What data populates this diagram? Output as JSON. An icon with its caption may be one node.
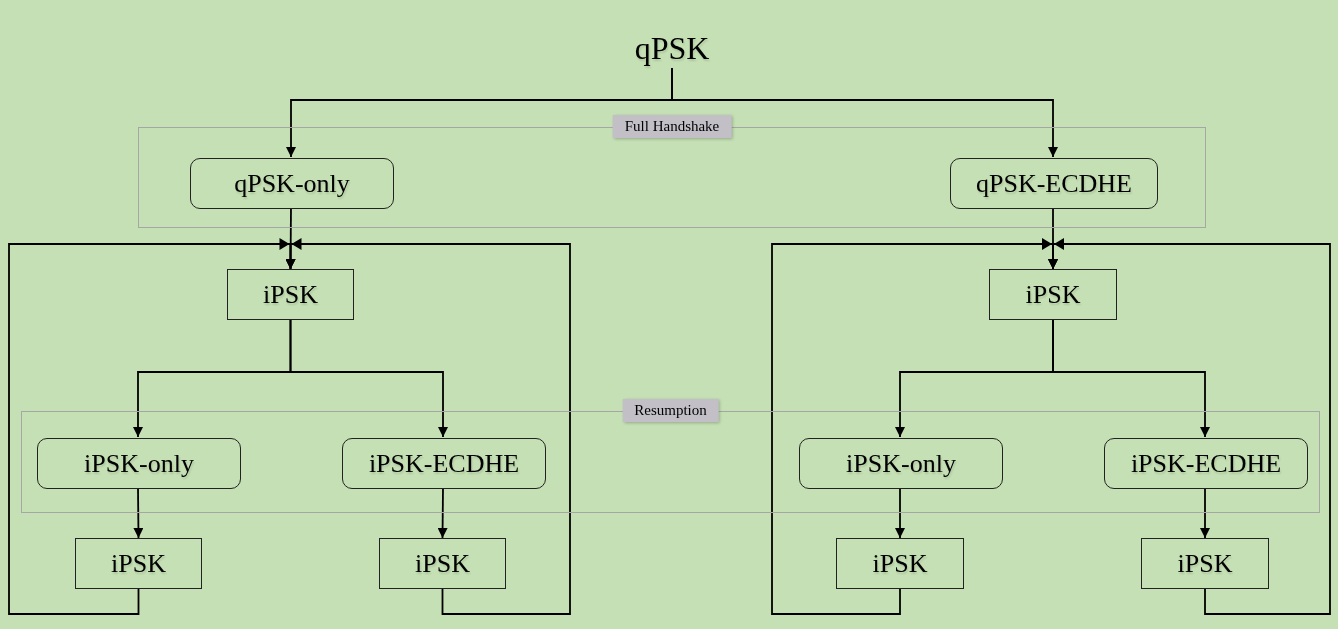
{
  "diagram": {
    "nodes": [
      {
        "text": [
          "qPSK"
        ]
      },
      {
        "text": [
          "Full Handshake"
        ]
      },
      {
        "text": [
          "qPSK-only"
        ],
        "in": 1
      },
      {
        "text": [
          "qPSK-ECDHE"
        ],
        "in": 1
      },
      {
        "text": [
          "iPSK"
        ]
      },
      {
        "text": [
          "iPSK"
        ]
      },
      {
        "text": [
          "Resumption"
        ]
      },
      {
        "text": [
          "iPSK-only"
        ],
        "in": 6
      },
      {
        "text": [
          "iPSK-ECDHE"
        ],
        "in": 6
      },
      {
        "text": [
          "iPSK-only"
        ],
        "in": 6
      },
      {
        "text": [
          "iPSK-ECDHE"
        ],
        "in": 6
      },
      {
        "text": [
          "iPSK"
        ]
      },
      {
        "text": [
          "iPSK"
        ]
      },
      {
        "text": [
          "iPSK"
        ]
      },
      {
        "text": [
          "iPSK"
        ]
      }
    ],
    "edges": [
      {
        "from": 0,
        "to": 2,
        "arrow": "to"
      },
      {
        "from": 0,
        "to": 3,
        "arrow": "to"
      },
      {
        "from": 2,
        "to": 4,
        "arrow": "to"
      },
      {
        "from": 3,
        "to": 5,
        "arrow": "to"
      },
      {
        "from": 4,
        "to": 7,
        "arrow": "to"
      },
      {
        "from": 4,
        "to": 8,
        "arrow": "to"
      },
      {
        "from": 5,
        "to": 9,
        "arrow": "to"
      },
      {
        "from": 5,
        "to": 10,
        "arrow": "to"
      },
      {
        "from": 7,
        "to": 11,
        "arrow": "to"
      },
      {
        "from": 8,
        "to": 12,
        "arrow": "to"
      },
      {
        "from": 9,
        "to": 13,
        "arrow": "to"
      },
      {
        "from": 10,
        "to": 14,
        "arrow": "to"
      },
      {
        "from": 11,
        "to": 4,
        "arrow": "to"
      },
      {
        "from": 12,
        "to": 4,
        "arrow": "to"
      },
      {
        "from": 13,
        "to": 5,
        "arrow": "to"
      },
      {
        "from": 14,
        "to": 5,
        "arrow": "to"
      }
    ]
  }
}
